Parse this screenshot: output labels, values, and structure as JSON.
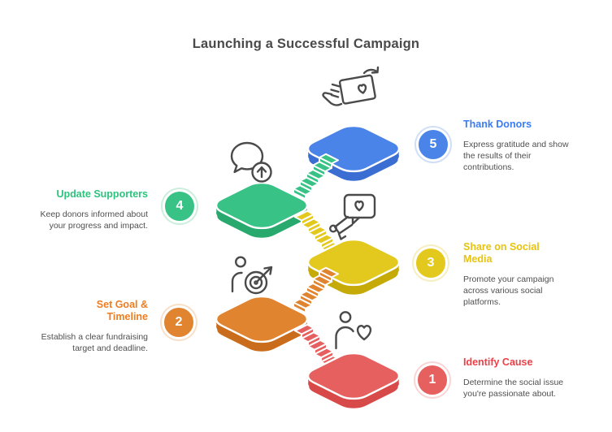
{
  "title": "Launching a Successful Campaign",
  "colors": {
    "heading": "#4a4a4a",
    "body_text": "#4f4f4f",
    "icon": "#4a4a4a",
    "outline": "#ffffff"
  },
  "steps": [
    {
      "number": "1",
      "title": "Identify Cause",
      "description": "Determine the social issue you're passionate about.",
      "color": "#ee3e46",
      "fill": "#e66060",
      "dark": "#d84a4a",
      "pale": "#f9d6d6",
      "icon": "person-heart-icon",
      "side": "right"
    },
    {
      "number": "2",
      "title": "Set Goal & Timeline",
      "description": "Establish a clear fundraising target and deadline.",
      "color": "#ee7d22",
      "fill": "#e08430",
      "dark": "#c96d1c",
      "pale": "#f8e0c8",
      "icon": "goal-target-icon",
      "side": "left"
    },
    {
      "number": "3",
      "title": "Share on Social Media",
      "description": "Promote your campaign across various social platforms.",
      "color": "#e7c30e",
      "fill": "#e3c81e",
      "dark": "#c6aa08",
      "pale": "#f6eec2",
      "icon": "megaphone-heart-icon",
      "side": "right"
    },
    {
      "number": "4",
      "title": "Update Supporters",
      "description": "Keep donors informed about your progress and impact.",
      "color": "#2ec27e",
      "fill": "#38c286",
      "dark": "#28a96d",
      "pale": "#cdeedd",
      "icon": "speech-bubble-update-icon",
      "side": "left"
    },
    {
      "number": "5",
      "title": "Thank Donors",
      "description": "Express gratitude and show the results of their contributions.",
      "color": "#3b7cf2",
      "fill": "#4a84e8",
      "dark": "#3a6ed2",
      "pale": "#d0def8",
      "icon": "hand-card-heart-icon",
      "side": "right"
    }
  ]
}
